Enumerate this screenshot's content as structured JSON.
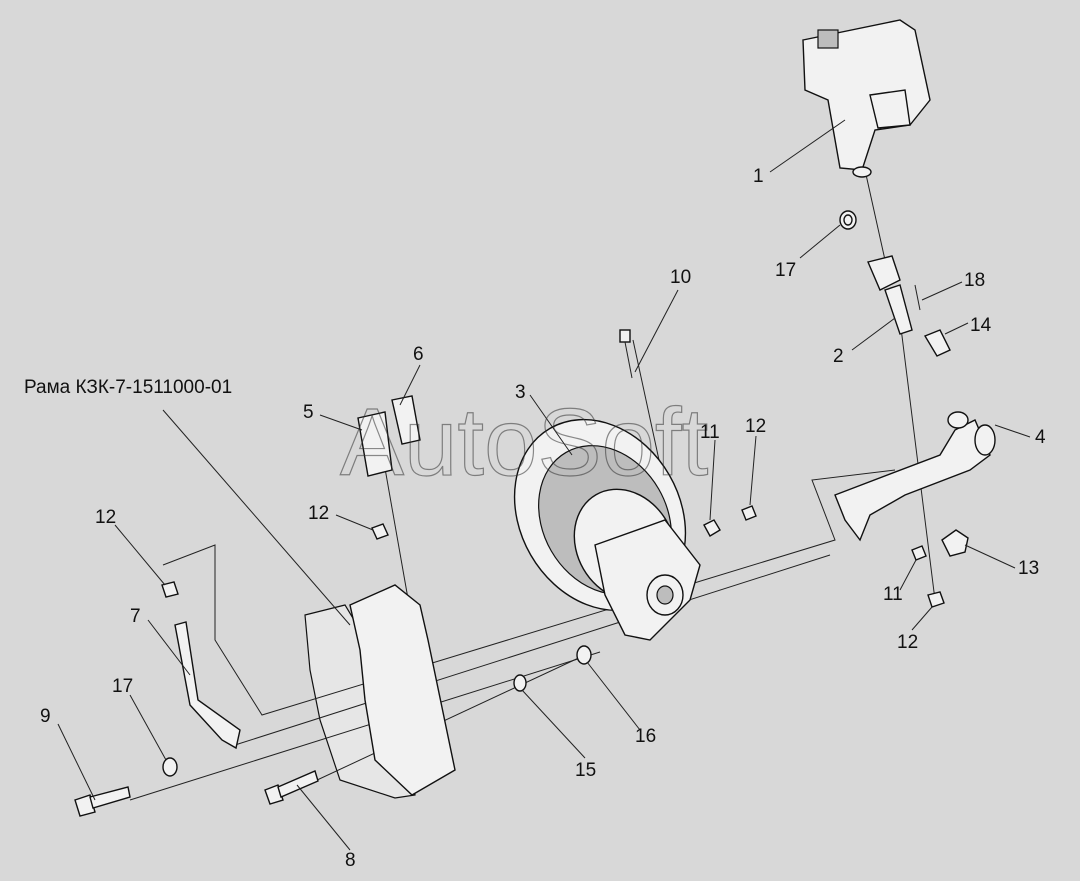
{
  "frame_label": "Рама КЗК-7-1511000-01",
  "watermark": "AutoSoft",
  "callouts": {
    "c1": "1",
    "c2": "2",
    "c3": "3",
    "c4": "4",
    "c5": "5",
    "c6": "6",
    "c7": "7",
    "c8": "8",
    "c9": "9",
    "c10": "10",
    "c11a": "11",
    "c11b": "11",
    "c12a": "12",
    "c12b": "12",
    "c12c": "12",
    "c12d": "12",
    "c13": "13",
    "c14": "14",
    "c15": "15",
    "c16": "16",
    "c17a": "17",
    "c17b": "17",
    "c18": "18"
  }
}
